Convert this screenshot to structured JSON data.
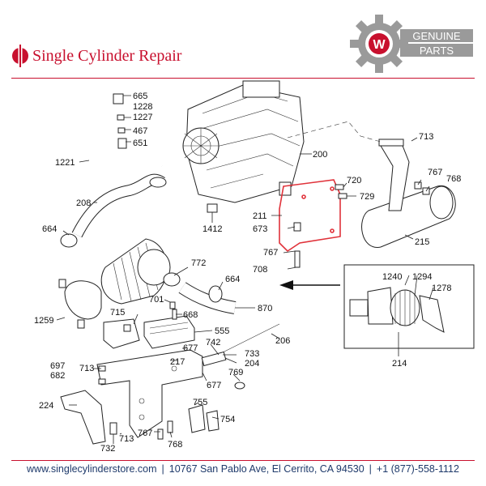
{
  "header": {
    "brand_name": "Single Cylinder Repair",
    "badge_text_top": "GENUINE",
    "badge_text_bottom": "PARTS",
    "badge_letter": "W",
    "colors": {
      "brand_red": "#c8102e",
      "gear_gray": "#9a9a9a",
      "footer_blue": "#1f3a6b"
    }
  },
  "labels": {
    "p665": "665",
    "p1228": "1228",
    "p1227": "1227",
    "p467": "467",
    "p651": "651",
    "p1221": "1221",
    "p200": "200",
    "p713a": "713",
    "p720": "720",
    "p729": "729",
    "p767a": "767",
    "p768a": "768",
    "p208": "208",
    "p1412": "1412",
    "p211": "211",
    "p673": "673",
    "p767b": "767",
    "p708": "708",
    "p215": "215",
    "p664a": "664",
    "p772": "772",
    "p664b": "664",
    "p1259": "1259",
    "p701": "701",
    "p668": "668",
    "p715": "715",
    "p555": "555",
    "p870": "870",
    "p206": "206",
    "p677a": "677",
    "p742": "742",
    "p733": "733",
    "p204": "204",
    "p697": "697",
    "p682": "682",
    "p713b": "713",
    "p217": "217",
    "p769": "769",
    "p677b": "677",
    "p214": "214",
    "p1240": "1240",
    "p1294": "1294",
    "p1278": "1278",
    "p224": "224",
    "p755": "755",
    "p754": "754",
    "p767c": "767",
    "p768b": "768",
    "p732": "732",
    "p713c": "713"
  },
  "footer": {
    "website": "www.singlecylinderstore.com",
    "address": "10767 San Pablo Ave, El Cerrito, CA 94530",
    "phone": "+1 (877)-558-1112",
    "separator": "|"
  }
}
